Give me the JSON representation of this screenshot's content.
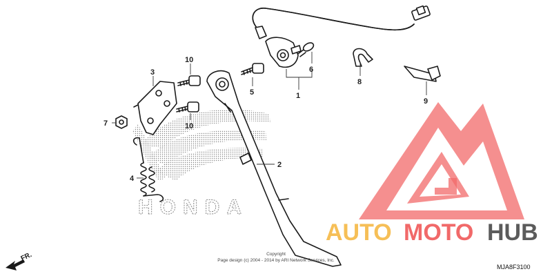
{
  "callouts": {
    "c1": "1",
    "c2": "2",
    "c3": "3",
    "c4": "4",
    "c5": "5",
    "c6": "6",
    "c7": "7",
    "c8": "8",
    "c9": "9",
    "c10a": "10",
    "c10b": "10"
  },
  "watermark": {
    "brand_a": "AUTO",
    "brand_b": "MOTO",
    "brand_c": "HUB",
    "color_orange": "#f5b53a",
    "color_red": "#ef4f4f",
    "color_grey": "#444444"
  },
  "logo_text": "HONDA",
  "direction_label": "FR.",
  "copyright": {
    "line1": "Copyright",
    "line2": "Page design (c) 2004 - 2014 by ARI Network Services, Inc."
  },
  "diagram_code": "MJA8F3100"
}
